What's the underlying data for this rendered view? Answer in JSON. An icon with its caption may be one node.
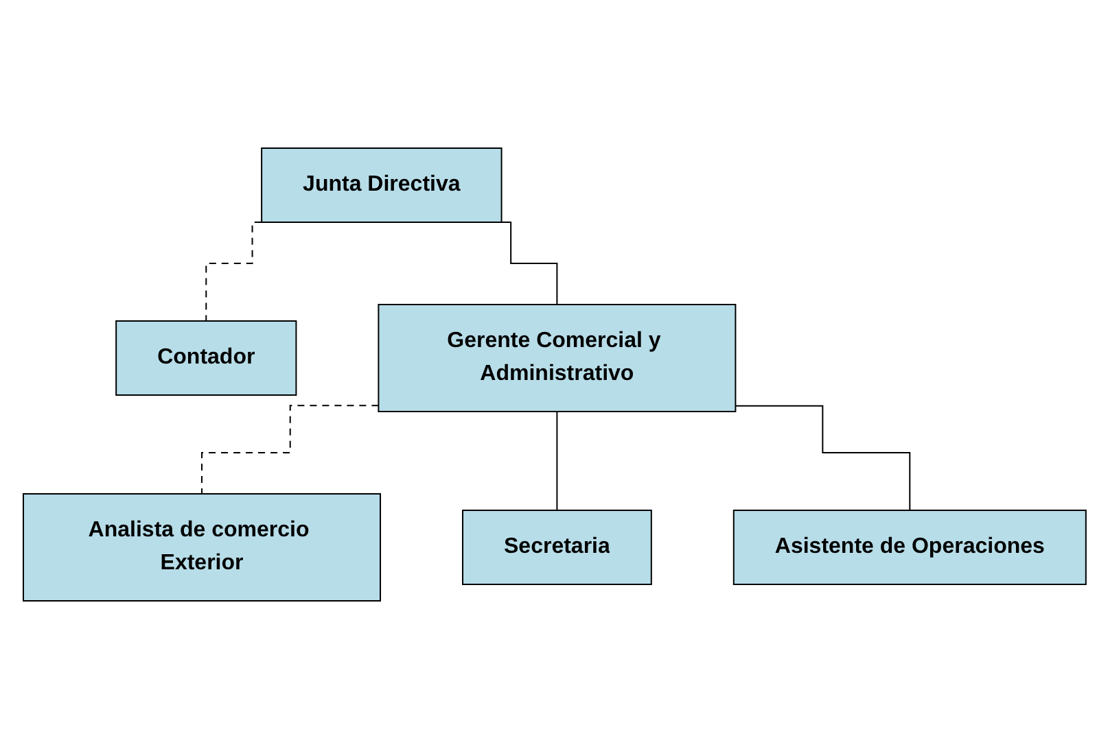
{
  "diagram": {
    "nodes": [
      {
        "text": [
          "Junta Directiva"
        ]
      },
      {
        "text": [
          "Contador"
        ]
      },
      {
        "text": [
          "Gerente Comercial y Administrativo"
        ]
      },
      {
        "text": [
          "Analista de comercio Exterior"
        ]
      },
      {
        "text": [
          "Secretaria"
        ]
      },
      {
        "text": [
          "Asistente de Operaciones"
        ]
      }
    ],
    "edges": [
      {
        "from": 0,
        "to": 2,
        "arrow": "none"
      },
      {
        "from": 0,
        "to": 1,
        "arrow": "none",
        "style": "dashed"
      },
      {
        "from": 2,
        "to": 3,
        "arrow": "none",
        "style": "dashed"
      },
      {
        "from": 2,
        "to": 4,
        "arrow": "none"
      },
      {
        "from": 2,
        "to": 5,
        "arrow": "none"
      }
    ]
  }
}
